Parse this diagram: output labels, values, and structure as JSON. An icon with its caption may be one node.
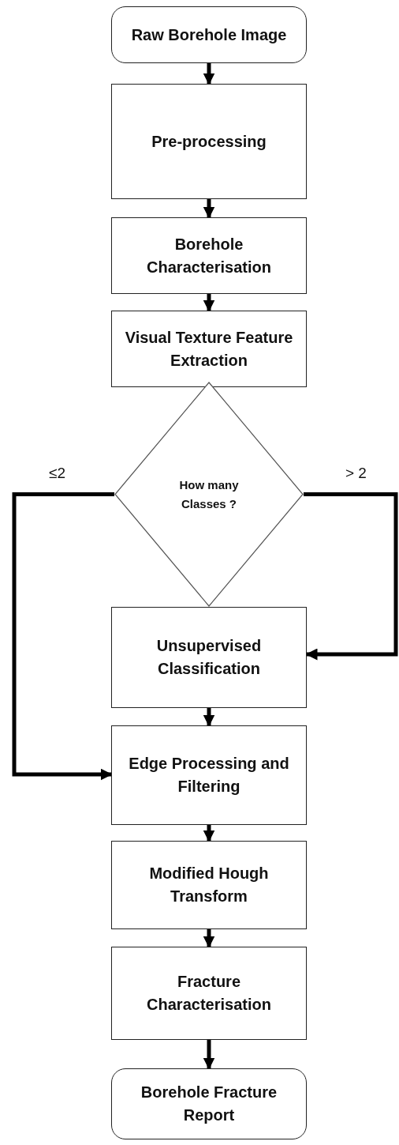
{
  "diagram": {
    "nodes": [
      {
        "text": [
          "Raw Borehole Image"
        ]
      },
      {
        "text": [
          "Pre-processing"
        ]
      },
      {
        "text": [
          "Borehole Characterisation"
        ]
      },
      {
        "text": [
          "Visual Texture Feature Extraction"
        ]
      },
      {
        "text": [
          "How many Classes ?"
        ]
      },
      {
        "text": [
          "Unsupervised Classification"
        ]
      },
      {
        "text": [
          "Edge Processing and Filtering"
        ]
      },
      {
        "text": [
          "Modified Hough Transform"
        ]
      },
      {
        "text": [
          "Fracture Characterisation"
        ]
      },
      {
        "text": [
          "Borehole Fracture Report"
        ]
      }
    ],
    "edges": [
      {
        "from": 0,
        "to": 1,
        "arrow": "to"
      },
      {
        "from": 1,
        "to": 2,
        "arrow": "to"
      },
      {
        "from": 2,
        "to": 3,
        "arrow": "to"
      },
      {
        "from": 4,
        "to": 6,
        "arrow": "to",
        "label": "≤2"
      },
      {
        "from": 4,
        "to": 5,
        "arrow": "to",
        "label": "> 2"
      },
      {
        "from": 5,
        "to": 6,
        "arrow": "to"
      },
      {
        "from": 6,
        "to": 7,
        "arrow": "to"
      },
      {
        "from": 7,
        "to": 8,
        "arrow": "to"
      },
      {
        "from": 8,
        "to": 9,
        "arrow": "to"
      }
    ]
  }
}
